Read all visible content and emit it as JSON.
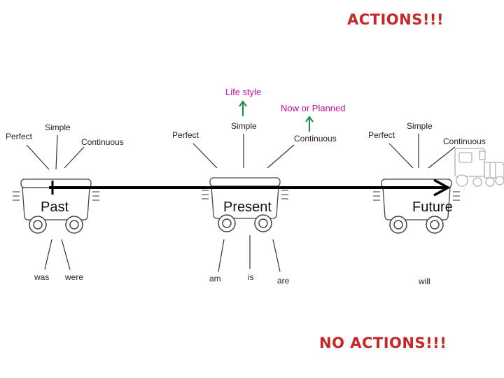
{
  "colors": {
    "heading_red": "#c62828",
    "magenta": "#cc0a9b",
    "arrow_green": "#1b8a4a",
    "line": "#000000"
  },
  "headings": {
    "top": "ACTIONS!!!",
    "bottom": "NO ACTIONS!!!"
  },
  "annotations": {
    "life_style": "Life style",
    "now_or_planned": "Now or Planned"
  },
  "aspects": {
    "perfect": "Perfect",
    "simple": "Simple",
    "continuous": "Continuous"
  },
  "tenses": {
    "past": {
      "label": "Past",
      "verbs": [
        "was",
        "were"
      ]
    },
    "present": {
      "label": "Present",
      "verbs": [
        "am",
        "is",
        "are"
      ]
    },
    "future": {
      "label": "Future",
      "verbs": [
        "will"
      ]
    }
  },
  "icons": [
    "wagon-icon",
    "locomotive-icon",
    "arrow-up-icon",
    "timeline-arrow"
  ]
}
